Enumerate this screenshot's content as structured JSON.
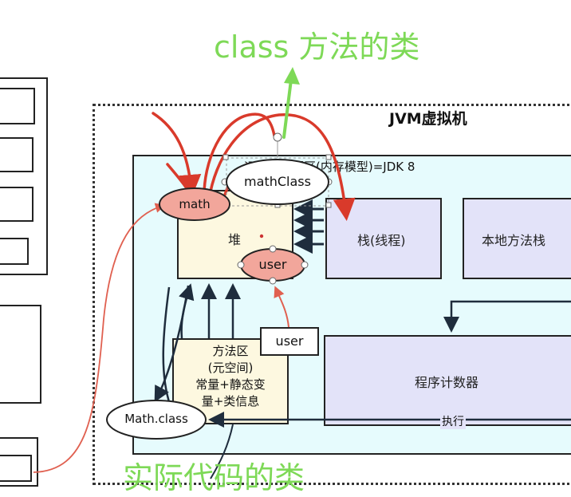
{
  "annotations": {
    "top_label": "class 方法的类",
    "bottom_label": "实际代码的类"
  },
  "jvm": {
    "title": "JVM虚拟机",
    "runtime_area_label": "运行时数据区(内存模型)=JDK 8"
  },
  "regions": {
    "heap": "堆",
    "stack": "栈(线程)",
    "native_stack": "本地方法栈",
    "method_area": [
      "方法区",
      "(元空间)",
      "常量+静态变",
      "量+类信息"
    ],
    "program_counter": "程序计数器",
    "execute_label": "执行"
  },
  "objects": {
    "math": "math",
    "math_class_obj": "mathClass",
    "user": "user",
    "user_box": "user",
    "math_class_file": "Math.class"
  },
  "colors": {
    "annotation_green": "#7ed957",
    "red_arrow": "#d93a2b",
    "runtime_bg": "#e6fbfd",
    "heap_bg": "#fdf8e0",
    "stack_bg": "#e3e3f9",
    "pink_ellipse": "#f2a69b",
    "dark_arrow": "#1f2d3d"
  }
}
